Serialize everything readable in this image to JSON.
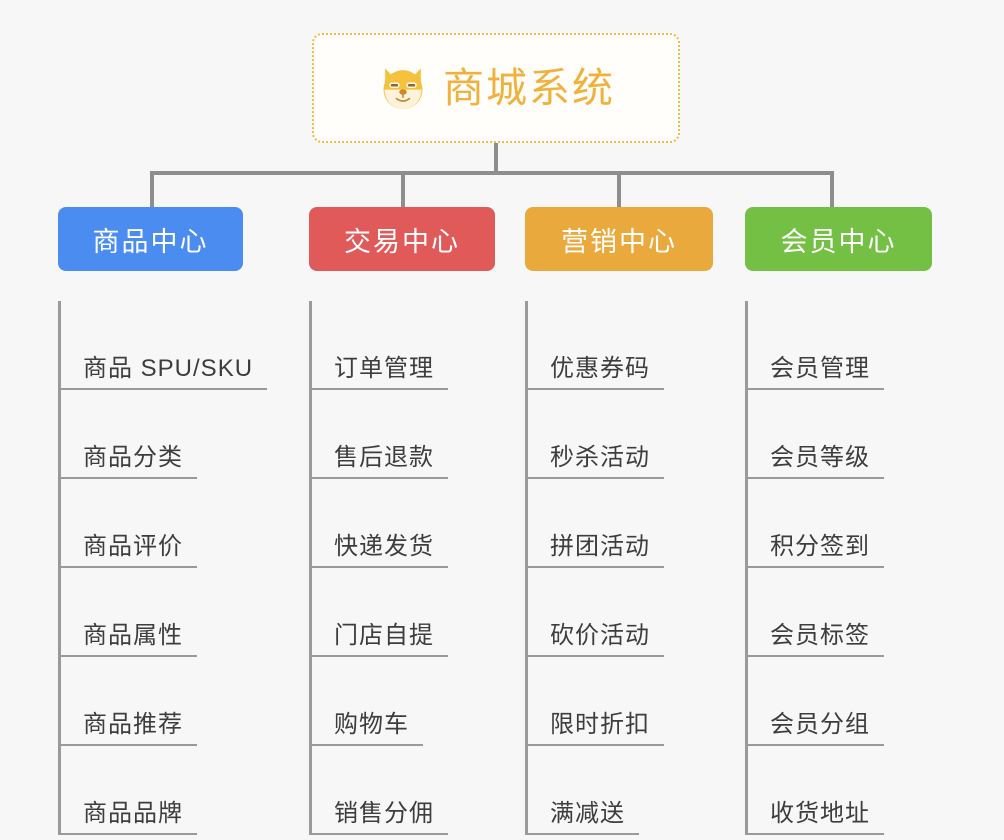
{
  "root": {
    "title": "商城系统",
    "icon": "shiba-dog-face-icon",
    "border_color": "#f0b84a",
    "text_color": "#f0b23c"
  },
  "canvas": {
    "background": "#f7f7f7",
    "connector_color": "#8e8e8e"
  },
  "branches": [
    {
      "label": "商品中心",
      "color": "#4a8cf0",
      "items": [
        "商品 SPU/SKU",
        "商品分类",
        "商品评价",
        "商品属性",
        "商品推荐",
        "商品品牌"
      ]
    },
    {
      "label": "交易中心",
      "color": "#e05a5a",
      "items": [
        "订单管理",
        "售后退款",
        "快递发货",
        "门店自提",
        "购物车",
        "销售分佣"
      ]
    },
    {
      "label": "营销中心",
      "color": "#eaa93c",
      "items": [
        "优惠券码",
        "秒杀活动",
        "拼团活动",
        "砍价活动",
        "限时折扣",
        "满减送"
      ]
    },
    {
      "label": "会员中心",
      "color": "#74c044",
      "items": [
        "会员管理",
        "会员等级",
        "积分签到",
        "会员标签",
        "会员分组",
        "收货地址"
      ]
    }
  ]
}
